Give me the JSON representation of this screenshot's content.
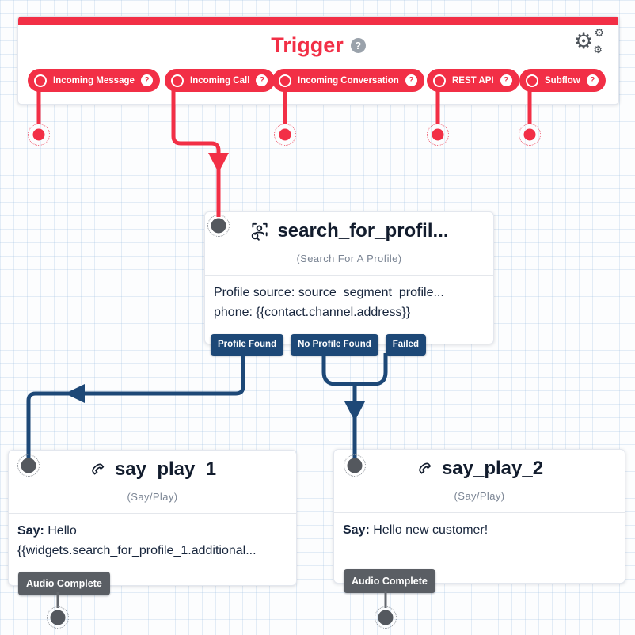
{
  "colors": {
    "brand_red": "#f22f46",
    "transition_navy": "#1d4877",
    "ink": "#121c2d",
    "muted_gray": "#7b8594",
    "badge_gray": "#5a5e64",
    "port_gray": "#54585e"
  },
  "icons": {
    "help": "?",
    "gear": "⚙"
  },
  "trigger": {
    "title": "Trigger",
    "pills": [
      {
        "label": "Incoming Message"
      },
      {
        "label": "Incoming Call"
      },
      {
        "label": "Incoming Conversation"
      },
      {
        "label": "REST API"
      },
      {
        "label": "Subflow"
      }
    ]
  },
  "widgets": [
    {
      "title": "search_for_profil...",
      "type_label": "(Search For A Profile)",
      "body_line1": "Profile source: source_segment_profile...",
      "body_line2": "phone: {{contact.channel.address}}",
      "transitions": [
        "Profile Found",
        "No Profile Found",
        "Failed"
      ]
    },
    {
      "title": "say_play_1",
      "type_label": "(Say/Play)",
      "say_label": "Say:",
      "say_text": "Hello",
      "body_line2": "{{widgets.search_for_profile_1.additional...",
      "transition_badge": "Audio Complete"
    },
    {
      "title": "say_play_2",
      "type_label": "(Say/Play)",
      "say_label": "Say:",
      "say_text": "Hello new customer!",
      "transition_badge": "Audio Complete"
    }
  ]
}
